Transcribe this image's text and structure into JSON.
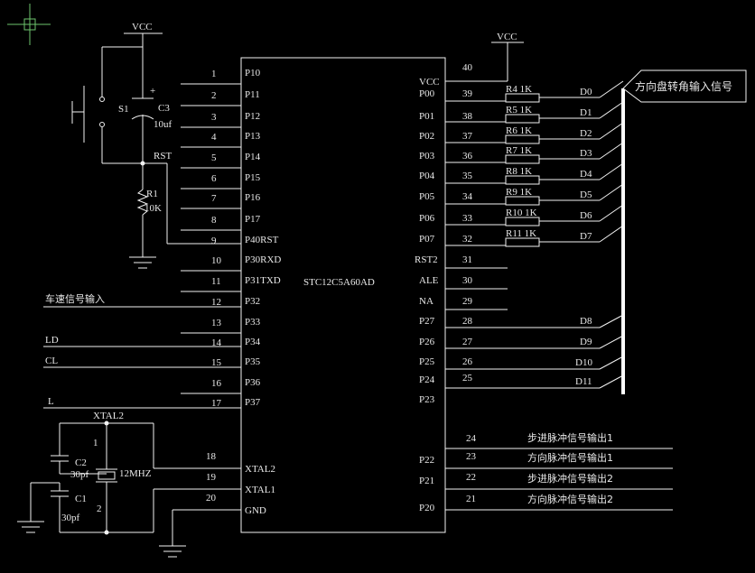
{
  "chip": {
    "name": "STC12C5A60AD",
    "left_pins": [
      {
        "num": "1",
        "label": "P10"
      },
      {
        "num": "2",
        "label": "P11"
      },
      {
        "num": "3",
        "label": "P12"
      },
      {
        "num": "4",
        "label": "P13"
      },
      {
        "num": "5",
        "label": "P14"
      },
      {
        "num": "6",
        "label": "P15"
      },
      {
        "num": "7",
        "label": "P16"
      },
      {
        "num": "8",
        "label": "P17"
      },
      {
        "num": "9",
        "label": "P40RST"
      },
      {
        "num": "10",
        "label": "P30RXD"
      },
      {
        "num": "11",
        "label": "P31TXD"
      },
      {
        "num": "12",
        "label": "P32"
      },
      {
        "num": "13",
        "label": "P33"
      },
      {
        "num": "14",
        "label": "P34"
      },
      {
        "num": "15",
        "label": "P35"
      },
      {
        "num": "16",
        "label": "P36"
      },
      {
        "num": "17",
        "label": "P37"
      },
      {
        "num": "18",
        "label": "XTAL2"
      },
      {
        "num": "19",
        "label": "XTAL1"
      },
      {
        "num": "20",
        "label": "GND"
      }
    ],
    "right_pins": [
      {
        "num": "40",
        "label": "VCC"
      },
      {
        "num": "39",
        "label": "P00"
      },
      {
        "num": "38",
        "label": "P01"
      },
      {
        "num": "37",
        "label": "P02"
      },
      {
        "num": "36",
        "label": "P03"
      },
      {
        "num": "35",
        "label": "P04"
      },
      {
        "num": "34",
        "label": "P05"
      },
      {
        "num": "33",
        "label": "P06"
      },
      {
        "num": "32",
        "label": "P07"
      },
      {
        "num": "31",
        "label": "RST2"
      },
      {
        "num": "30",
        "label": "ALE"
      },
      {
        "num": "29",
        "label": "NA"
      },
      {
        "num": "28",
        "label": "P27"
      },
      {
        "num": "27",
        "label": "P26"
      },
      {
        "num": "26",
        "label": "P25"
      },
      {
        "num": "25",
        "label": "P24"
      },
      {
        "num": "",
        "label": "P23"
      },
      {
        "num": "24",
        "label": ""
      },
      {
        "num": "23",
        "label": "P22"
      },
      {
        "num": "22",
        "label": "P21"
      },
      {
        "num": "21",
        "label": "P20"
      }
    ]
  },
  "resistors": [
    {
      "name": "R4",
      "value": "1K",
      "bus": "D0"
    },
    {
      "name": "R5",
      "value": "1K",
      "bus": "D1"
    },
    {
      "name": "R6",
      "value": "1K",
      "bus": "D2"
    },
    {
      "name": "R7",
      "value": "1K",
      "bus": "D3"
    },
    {
      "name": "R8",
      "value": "1K",
      "bus": "D4"
    },
    {
      "name": "R9",
      "value": "1K",
      "bus": "D5"
    },
    {
      "name": "R10",
      "value": "1K",
      "bus": "D6"
    },
    {
      "name": "R11",
      "value": "1K",
      "bus": "D7"
    }
  ],
  "bus_upper": [
    "D8",
    "D9",
    "D10",
    "D11"
  ],
  "bus_title": "方向盘转角输入信号",
  "outputs": [
    "步进脉冲信号输出1",
    "方向脉冲信号输出1",
    "步进脉冲信号输出2",
    "方向脉冲信号输出2"
  ],
  "inputs": {
    "speed": "车速信号输入",
    "ld": "LD",
    "cl": "CL",
    "l": "L"
  },
  "reset": {
    "vcc": "VCC",
    "switch": "S1",
    "cap": "C3",
    "cap_value": "10uf",
    "plus": "+",
    "rst": "RST",
    "res": "R1",
    "res_value": "10K"
  },
  "crystal": {
    "net": "XTAL2",
    "c2": "C2",
    "c2_value": "30pf",
    "c1": "C1",
    "c1_value": "30pf",
    "freq": "12MHZ",
    "pin1": "1",
    "pin2": "2"
  },
  "vcc_top": "VCC"
}
